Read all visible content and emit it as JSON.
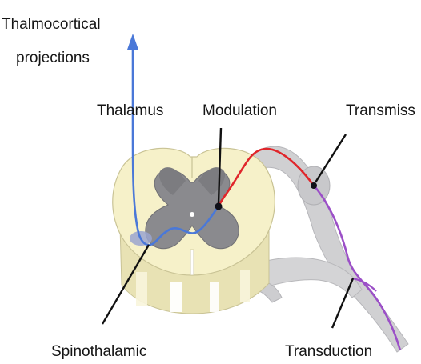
{
  "labels": {
    "thalamocortical_line1": "Thalmocortical",
    "thalamocortical_line2": "projections",
    "thalamus": "Thalamus",
    "modulation": "Modulation",
    "transmission": "Transmiss",
    "spinothalamic": "Spinothalamic",
    "transduction": "Transduction"
  },
  "colors": {
    "white_matter": "#f6f1c9",
    "white_matter_dark": "#e5dfae",
    "gray_matter": "#8a8a8e",
    "nerve_root": "#d0d0d2",
    "ascending_pathway": "#4a78d8",
    "first_order_neuron_proximal": "#e0262b",
    "first_order_neuron_distal": "#9b4fc7",
    "leader_lines": "#111111"
  },
  "icons": {
    "arrow": "arrow-up-icon",
    "synapse": "dot-icon"
  }
}
